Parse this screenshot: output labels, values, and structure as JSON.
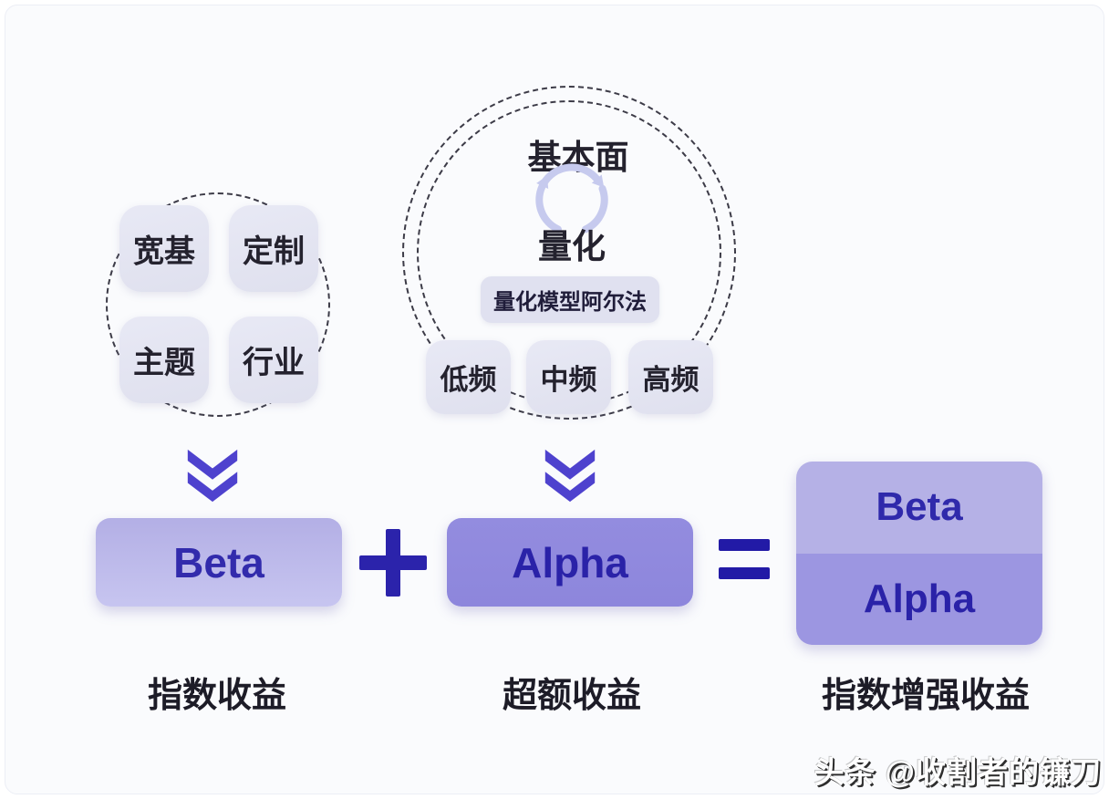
{
  "left_cluster": {
    "items": [
      {
        "label": "宽基"
      },
      {
        "label": "定制"
      },
      {
        "label": "主题"
      },
      {
        "label": "行业"
      }
    ]
  },
  "center_cluster": {
    "cycle_top": "基本面",
    "cycle_bottom": "量化",
    "badge": "量化模型阿尔法",
    "frequencies": [
      {
        "label": "低频"
      },
      {
        "label": "中频"
      },
      {
        "label": "高频"
      }
    ]
  },
  "equation": {
    "beta": "Beta",
    "plus": "+",
    "alpha": "Alpha",
    "equals": "=",
    "result_top": "Beta",
    "result_bottom": "Alpha"
  },
  "captions": {
    "beta": "指数收益",
    "alpha": "超额收益",
    "result": "指数增强收益"
  },
  "watermark": "头条 @收割者的镰刀",
  "colors": {
    "accent_indigo": "#2b23ab",
    "chevron": "#4e42ce",
    "beta_box": "#bdbaea",
    "alpha_box": "#8f88dd",
    "result_top_box": "#b5b1e6",
    "result_bottom_box": "#9c96e1",
    "chip_bg": "#e3e4f2",
    "cycle_arrow": "#c6caee",
    "dash_outline": "#3c3b47"
  }
}
